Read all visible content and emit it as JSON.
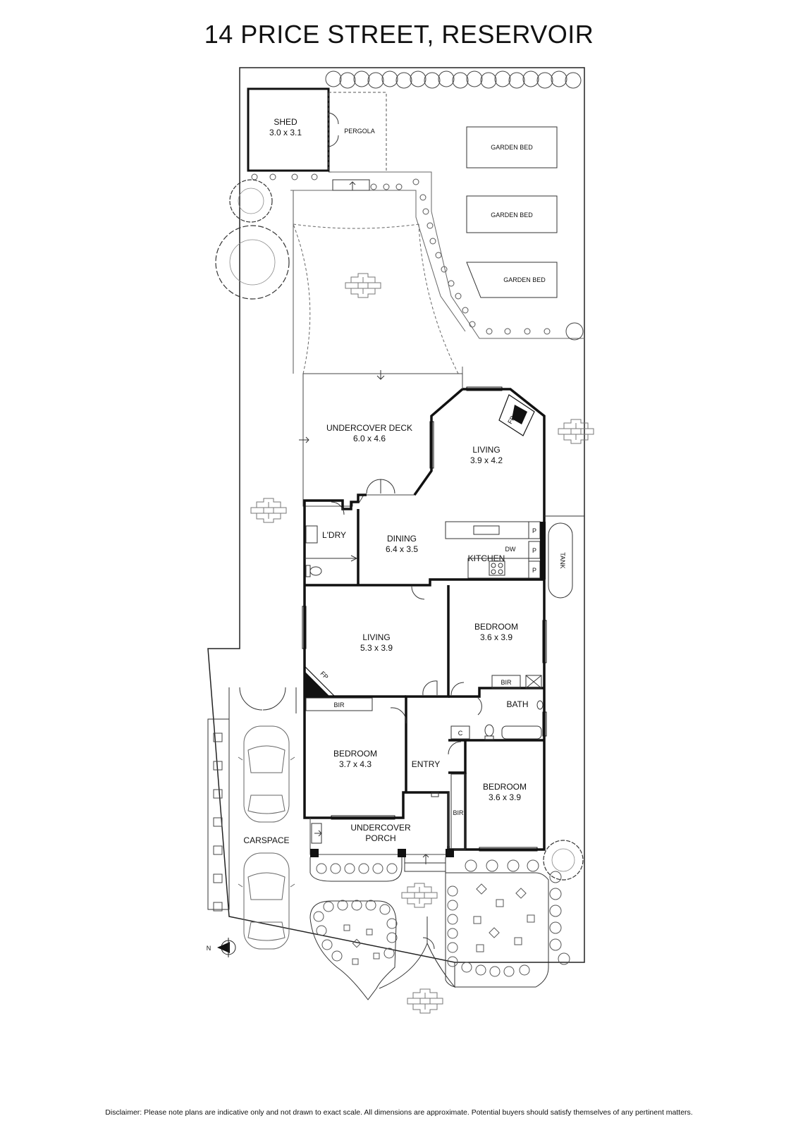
{
  "title": "14 PRICE STREET, RESERVOIR",
  "disclaimer": "Disclaimer: Please note plans are indicative only and not drawn to exact scale. All dimensions are approximate. Potential buyers should satisfy themselves of any pertinent matters.",
  "rooms": {
    "shed": {
      "name": "SHED",
      "dims": "3.0 x 3.1"
    },
    "pergola": {
      "name": "PERGOLA"
    },
    "garden_bed": {
      "name": "GARDEN BED"
    },
    "undercover_deck": {
      "name": "UNDERCOVER DECK",
      "dims": "6.0 x 4.6"
    },
    "living_rear": {
      "name": "LIVING",
      "dims": "3.9 x 4.2"
    },
    "laundry": {
      "name": "L'DRY"
    },
    "dining": {
      "name": "DINING",
      "dims": "6.4 x 3.5"
    },
    "kitchen": {
      "name": "KITCHEN"
    },
    "living_front": {
      "name": "LIVING",
      "dims": "5.3 x 3.9"
    },
    "bedroom_1": {
      "name": "BEDROOM",
      "dims": "3.6 x 3.9"
    },
    "bath": {
      "name": "BATH"
    },
    "bedroom_2": {
      "name": "BEDROOM",
      "dims": "3.7 x 4.3"
    },
    "entry": {
      "name": "ENTRY"
    },
    "bedroom_3": {
      "name": "BEDROOM",
      "dims": "3.6 x 3.9"
    },
    "porch": {
      "name_line1": "UNDERCOVER",
      "name_line2": "PORCH"
    },
    "carspace": {
      "name": "CARSPACE"
    }
  },
  "fixtures": {
    "bir": "BIR",
    "fireplace": "FP",
    "dishwasher": "DW",
    "pantry": "P",
    "cupboard": "C",
    "tank": "TANK"
  },
  "compass": {
    "north": "N"
  }
}
